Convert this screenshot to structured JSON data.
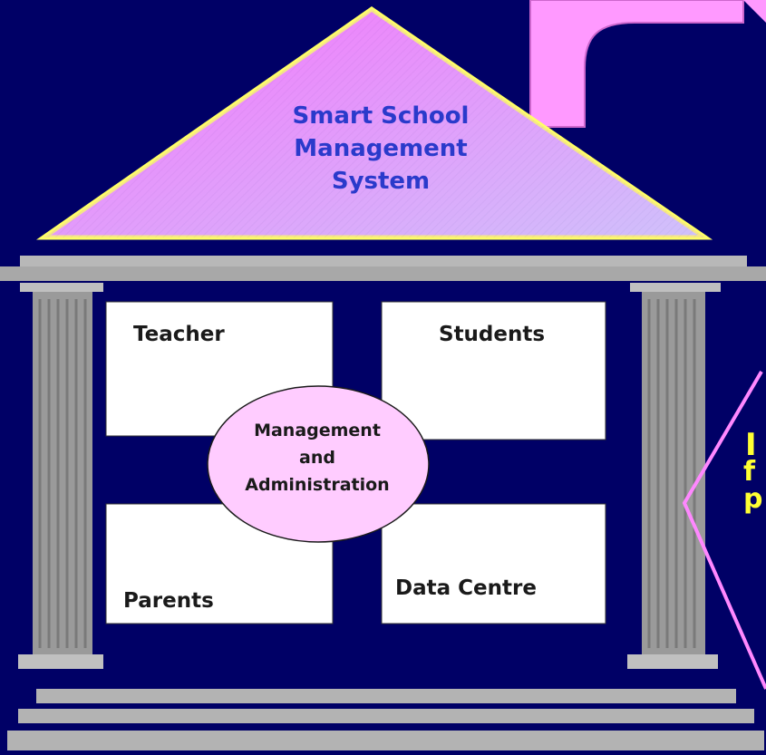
{
  "diagram": {
    "roof_title_lines": [
      "Smart School",
      "Management",
      "System"
    ],
    "boxes": {
      "teacher": "Teacher",
      "students": "Students",
      "parents": "Parents",
      "data_centre": "Data Centre"
    },
    "center_lines": [
      "Management",
      "and",
      "Administration"
    ],
    "callout_lines": [
      "I",
      "f",
      "p"
    ]
  },
  "colors": {
    "background": "#000066",
    "roof_fill": "#e59af0",
    "roof_outline": "#ffff66",
    "title_text": "#2a3acb",
    "ellipse_fill": "#ffccff",
    "callout_text": "#ffff33",
    "callout_outline": "#ff88ff",
    "pillar_gray": "#b3b3b3"
  }
}
